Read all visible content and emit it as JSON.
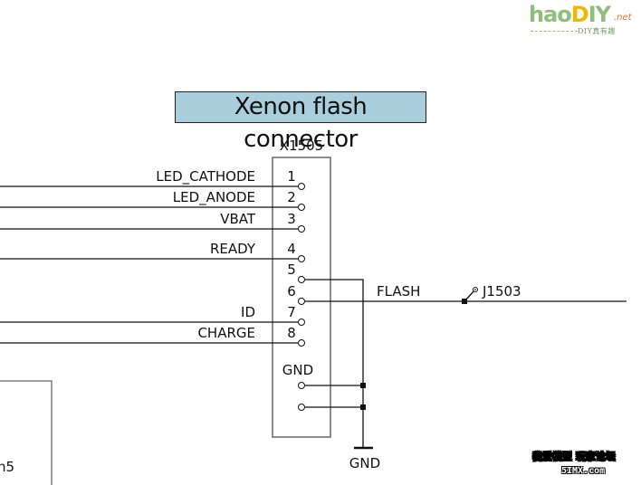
{
  "title": "Xenon flash connector",
  "connector": {
    "ref": "X1505",
    "pins": [
      {
        "num": "1",
        "net": "LED_CATHODE"
      },
      {
        "num": "2",
        "net": "LED_ANODE"
      },
      {
        "num": "3",
        "net": "VBAT"
      },
      {
        "num": "4",
        "net": "READY"
      },
      {
        "num": "5",
        "net": ""
      },
      {
        "num": "6",
        "net": ""
      },
      {
        "num": "7",
        "net": "ID"
      },
      {
        "num": "8",
        "net": "CHARGE"
      }
    ],
    "gnd_label": "GND"
  },
  "flash_net": "FLASH",
  "test_point": "J1503",
  "ground_symbol_label": "GND",
  "partial_label": "n5",
  "logo": {
    "main_a": "hao",
    "main_b": "D",
    "main_c": "IY",
    "net": ".net",
    "sub": "DIY真有趣"
  },
  "watermark": {
    "line1": "我爱模型 玩家论坛",
    "line2": "5IMX.com"
  },
  "colors": {
    "title_bg": "#a9cfdc",
    "wire": "#111111",
    "logo_green": "#8dc07a",
    "logo_yellow": "#f0b800"
  }
}
